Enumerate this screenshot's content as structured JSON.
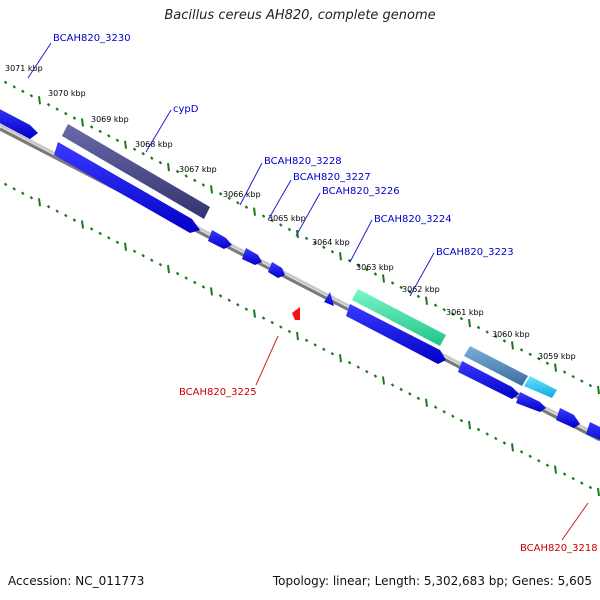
{
  "title": "Bacillus cereus AH820, complete genome",
  "footer": {
    "accession": "Accession: NC_011773",
    "summary": "Topology: linear; Length: 5,302,683 bp; Genes: 5,605"
  },
  "ticks": [
    "3071 kbp",
    "3070 kbp",
    "3069 kbp",
    "3068 kbp",
    "3067 kbp",
    "3066 kbp",
    "3065 kbp",
    "3064 kbp",
    "3063 kbp",
    "3062 kbp",
    "3061 kbp",
    "3060 kbp",
    "3059 kbp"
  ],
  "gene_labels_forward": [
    "BCAH820_3230",
    "cypD",
    "BCAH820_3228",
    "BCAH820_3227",
    "BCAH820_3226",
    "BCAH820_3224",
    "BCAH820_3223"
  ],
  "gene_labels_reverse": [
    "BCAH820_3225",
    "BCAH820_3218"
  ],
  "colors": {
    "backbone": "#808080",
    "forward_gene": "#1010e0",
    "reverse_gene": "#ff1010",
    "tick": "#1a7a1a",
    "label_forward": "#0000cc",
    "label_reverse": "#cc0000",
    "feature_purple": "#4b4b8c",
    "feature_green": "#3ee0a0",
    "feature_steel": "#5a8cbc",
    "feature_cyan": "#20c8f0"
  }
}
